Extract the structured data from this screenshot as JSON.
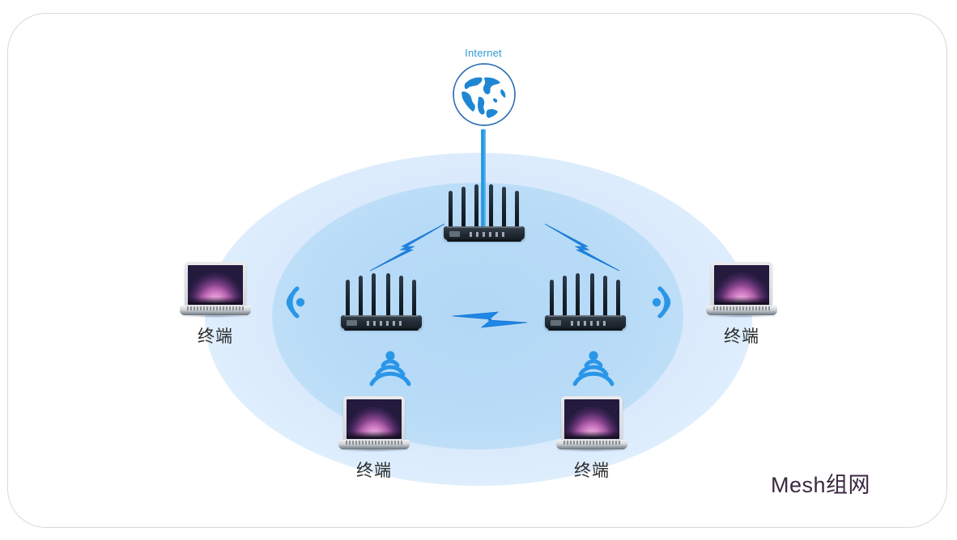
{
  "diagram": {
    "title": "Mesh组网",
    "internet": {
      "label": "Internet",
      "icon": "globe-icon",
      "color": "#2e9bd6"
    },
    "watermark": {
      "text": "Mesh组网",
      "color": "#3b2840"
    },
    "colors": {
      "halo_outer": "#dceafb",
      "halo_inner": "#b8dbf7",
      "link_blue": "#1d8fe0",
      "bolt_blue": "#1e86e6",
      "wifi_blue": "#2a96e8",
      "router_body": "#222b35",
      "label_text": "#2b2b2b",
      "card_border": "#d9d9dc"
    },
    "routers": [
      {
        "id": "router-gateway",
        "name": "gateway-router",
        "position": "top-center",
        "antennas": 6
      },
      {
        "id": "router-node-left",
        "name": "mesh-node-left",
        "position": "middle-left",
        "antennas": 6
      },
      {
        "id": "router-node-right",
        "name": "mesh-node-right",
        "position": "middle-right",
        "antennas": 6
      }
    ],
    "terminals": [
      {
        "id": "terminal-left",
        "label": "终端",
        "position": "far-left"
      },
      {
        "id": "terminal-right",
        "label": "终端",
        "position": "far-right"
      },
      {
        "id": "terminal-bottom-left",
        "label": "终端",
        "position": "bottom-left"
      },
      {
        "id": "terminal-bottom-right",
        "label": "终端",
        "position": "bottom-right"
      }
    ],
    "links": [
      {
        "id": "link-internet-gateway",
        "type": "wired",
        "from": "internet",
        "to": "router-gateway"
      },
      {
        "id": "link-gateway-left",
        "type": "mesh-backhaul",
        "from": "router-gateway",
        "to": "router-node-left",
        "icon": "lightning-bolt-icon"
      },
      {
        "id": "link-gateway-right",
        "type": "mesh-backhaul",
        "from": "router-gateway",
        "to": "router-node-right",
        "icon": "lightning-bolt-icon"
      },
      {
        "id": "link-left-right",
        "type": "mesh-backhaul",
        "from": "router-node-left",
        "to": "router-node-right",
        "icon": "lightning-bolt-icon"
      },
      {
        "id": "link-left-terminal",
        "type": "wifi",
        "from": "router-node-left",
        "to": "terminal-left",
        "icon": "wifi-signal-icon"
      },
      {
        "id": "link-right-terminal",
        "type": "wifi",
        "from": "router-node-right",
        "to": "terminal-right",
        "icon": "wifi-signal-icon"
      },
      {
        "id": "link-left-terminal-down",
        "type": "wifi",
        "from": "router-node-left",
        "to": "terminal-bottom-left",
        "icon": "wifi-signal-icon"
      },
      {
        "id": "link-right-terminal-down",
        "type": "wifi",
        "from": "router-node-right",
        "to": "terminal-bottom-right",
        "icon": "wifi-signal-icon"
      }
    ]
  }
}
